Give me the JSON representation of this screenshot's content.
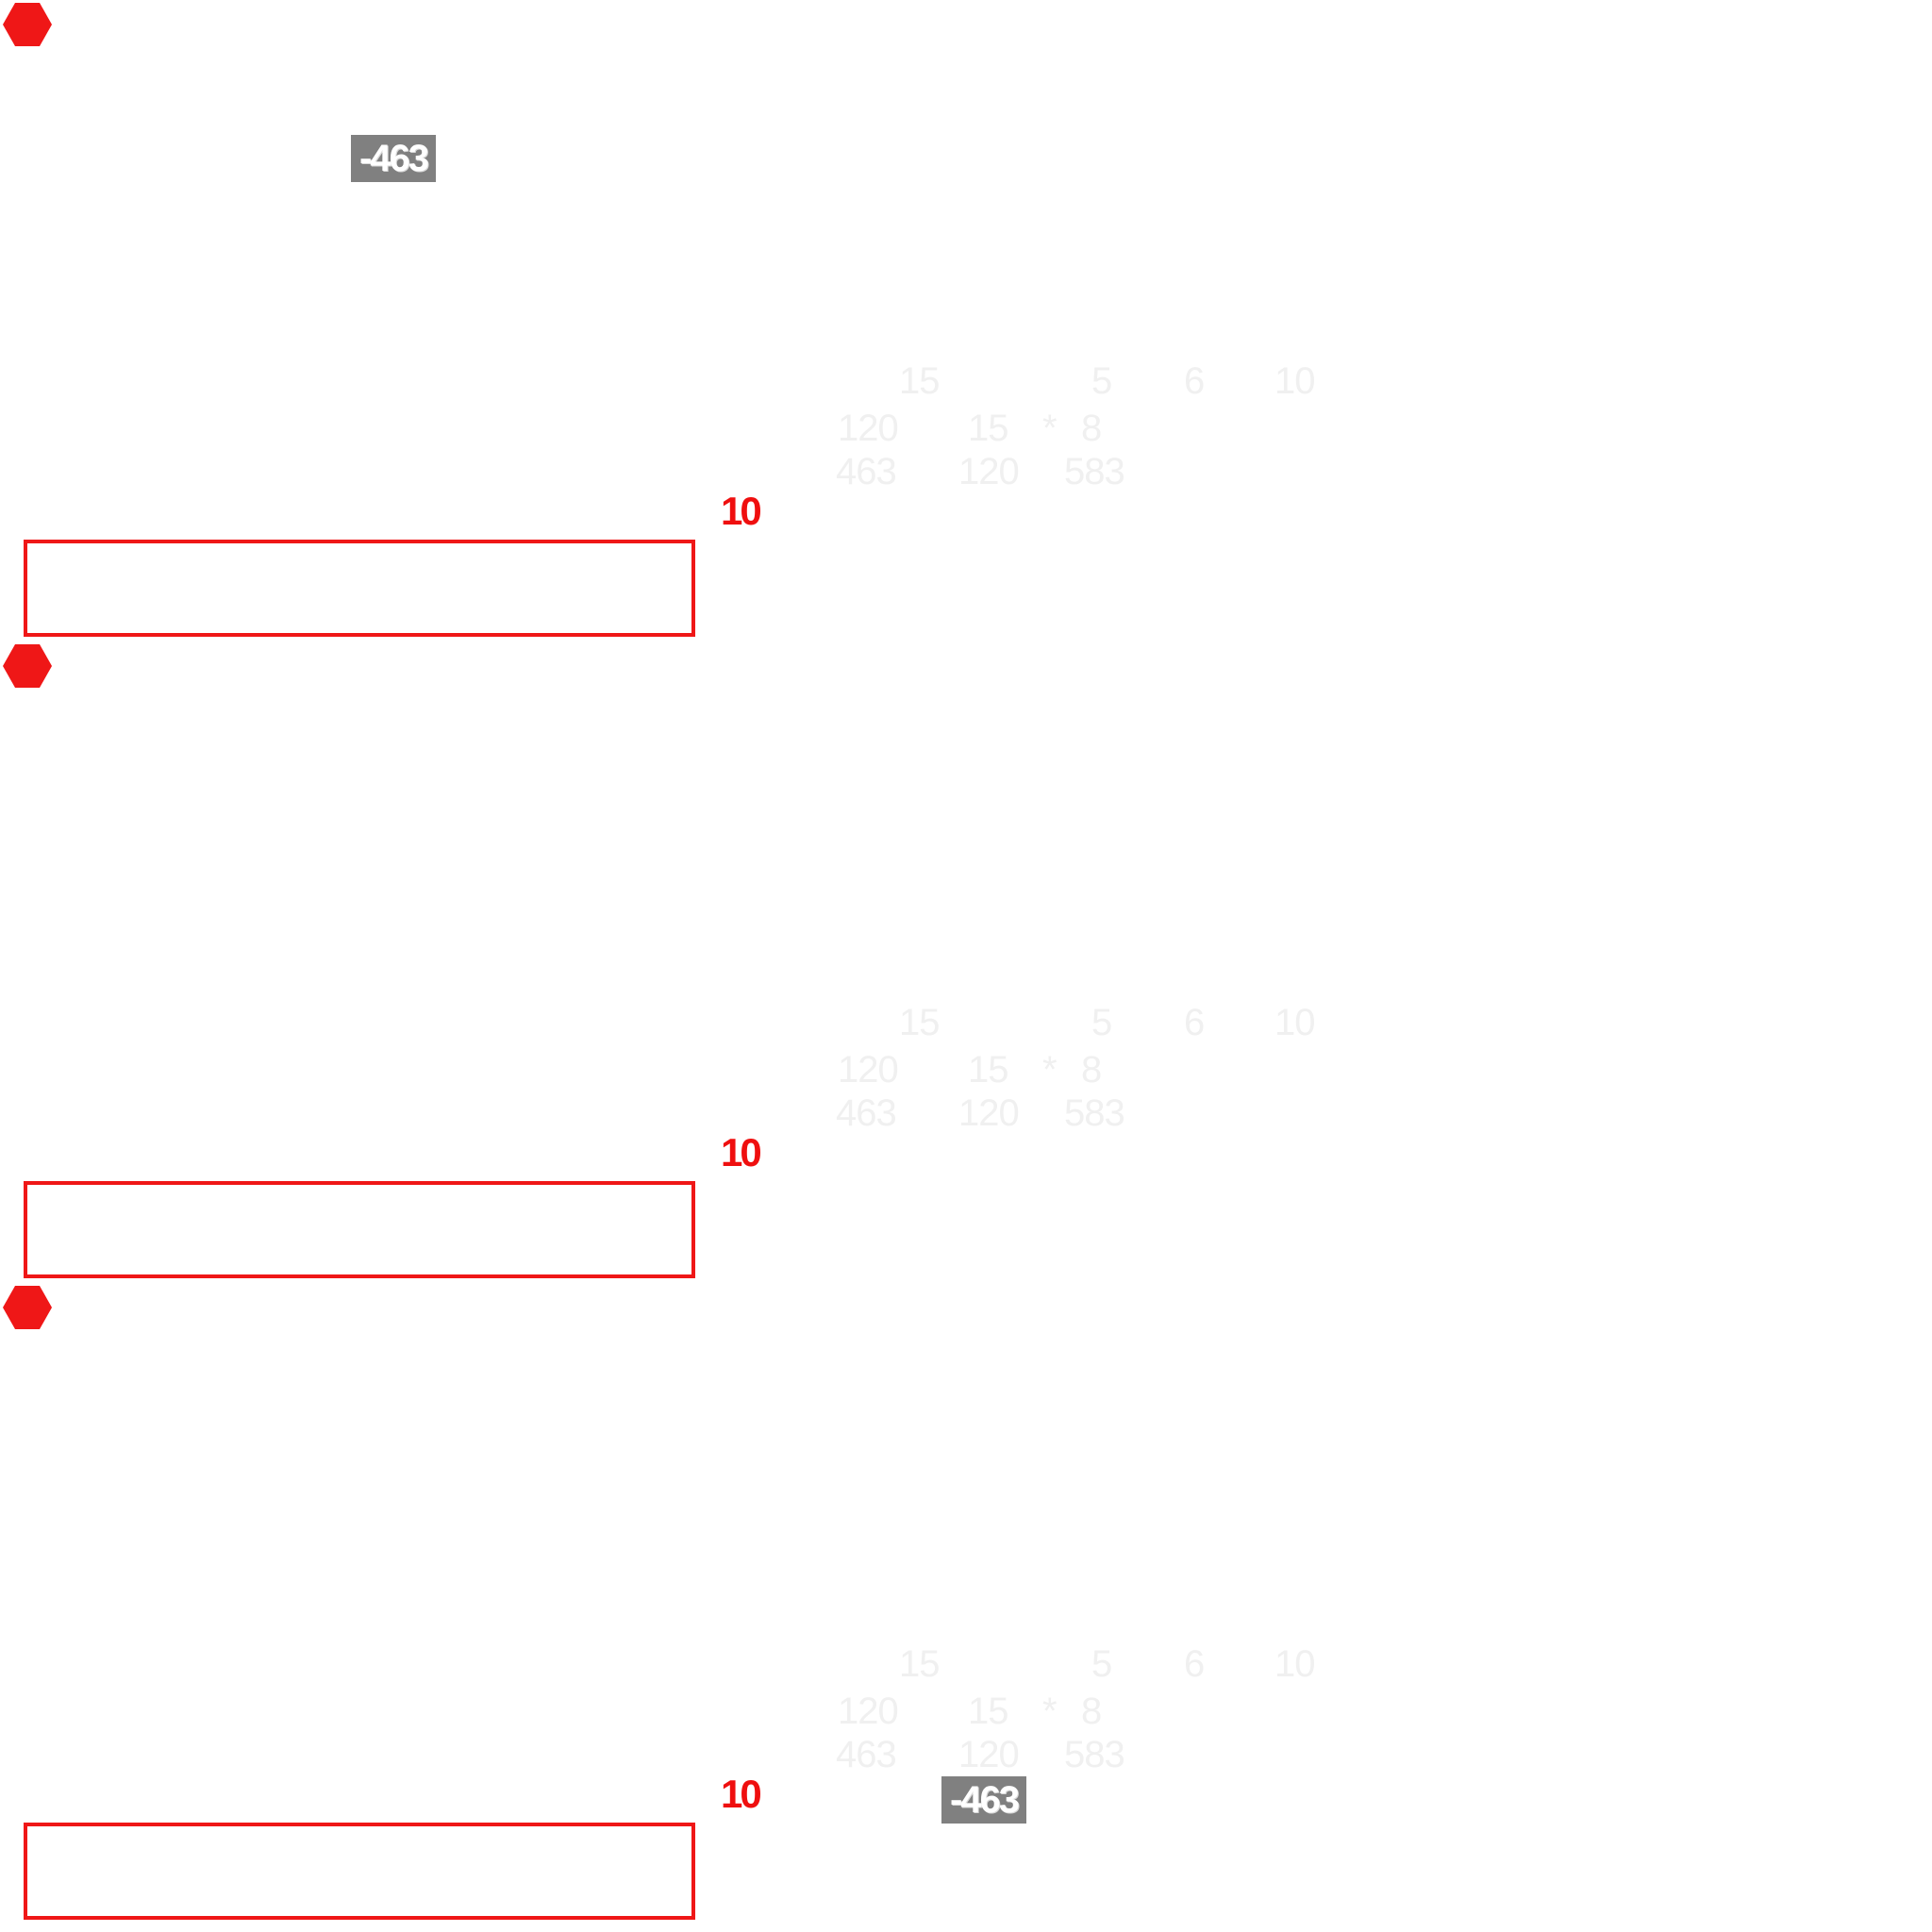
{
  "page": {
    "title": ""
  },
  "colors": {
    "accent_red": "#ef1717",
    "badge_gray": "#808080",
    "ghost_text": "#f0f0f0",
    "background": "#ffffff"
  },
  "icons": {
    "marker": "hexagon-icon"
  },
  "panels": [
    {
      "top_badge": "-463",
      "ghost_rows": [
        [
          "15",
          "5",
          "6",
          "10"
        ],
        [
          "120",
          "15",
          "*",
          "8"
        ],
        [
          "463",
          "120",
          "583"
        ]
      ],
      "red_number": "10",
      "bottom_badge": ""
    },
    {
      "top_badge": "",
      "ghost_rows": [
        [
          "15",
          "5",
          "6",
          "10"
        ],
        [
          "120",
          "15",
          "*",
          "8"
        ],
        [
          "463",
          "120",
          "583"
        ]
      ],
      "red_number": "10",
      "bottom_badge": ""
    },
    {
      "top_badge": "",
      "ghost_rows": [
        [
          "15",
          "5",
          "6",
          "10"
        ],
        [
          "120",
          "15",
          "*",
          "8"
        ],
        [
          "463",
          "120",
          "583"
        ]
      ],
      "red_number": "10",
      "bottom_badge": "-463"
    }
  ]
}
